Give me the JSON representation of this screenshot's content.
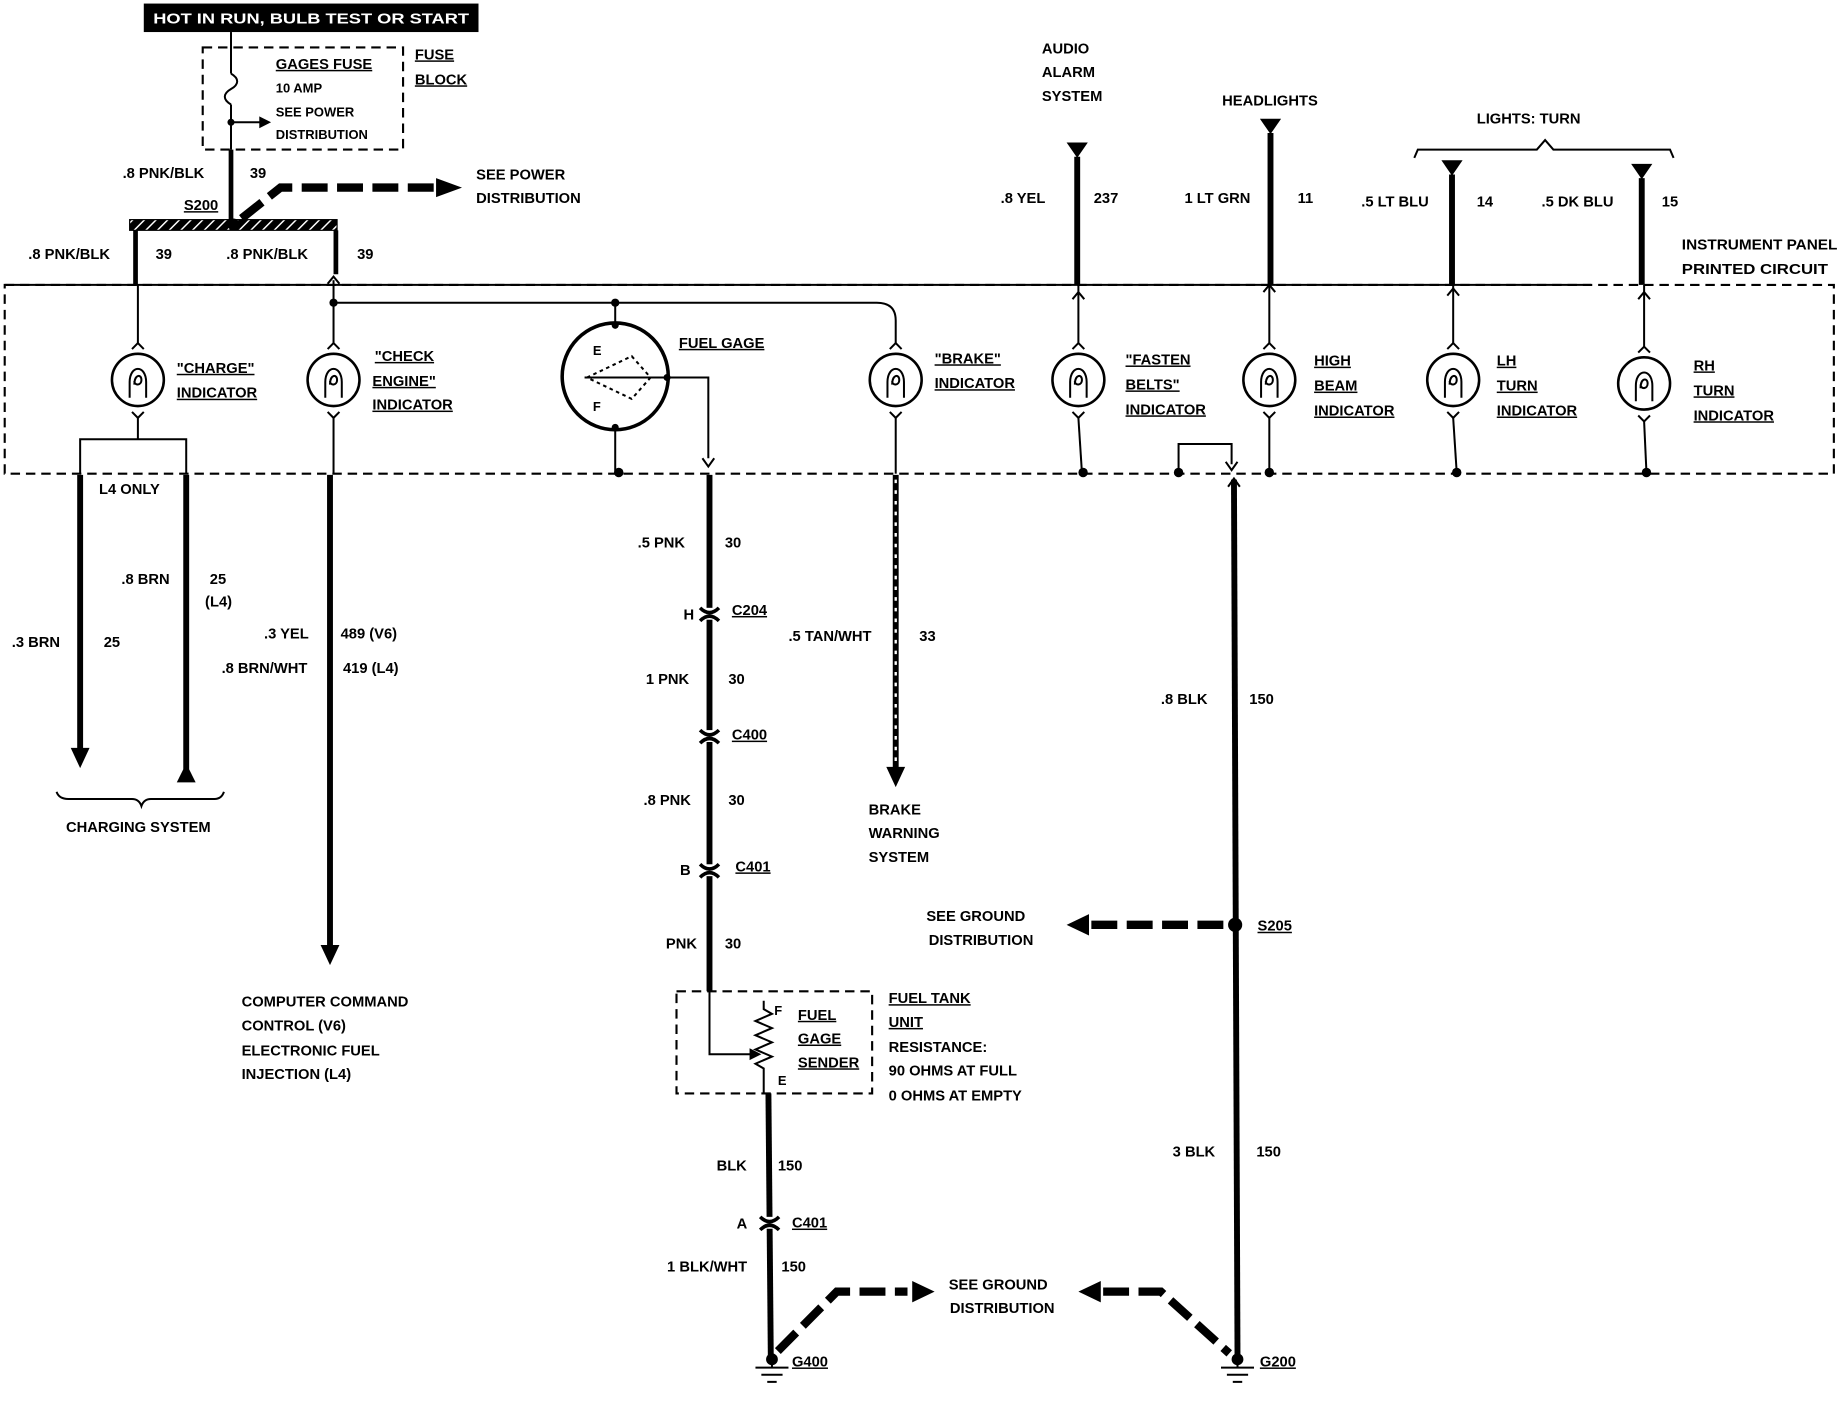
{
  "banner": {
    "text": "HOT IN RUN, BULB TEST OR START"
  },
  "fuse_block": {
    "fuse_name": "GAGES FUSE",
    "rating": "10 AMP",
    "see_line1": "SEE POWER",
    "see_line2": "DISTRIBUTION",
    "label_line1": "FUSE",
    "label_line2": "BLOCK"
  },
  "feed": {
    "wire": ".8 PNK/BLK",
    "circuit": "39",
    "splice": "S200",
    "see_line1": "SEE POWER",
    "see_line2": "DISTRIBUTION",
    "left_wire": ".8 PNK/BLK",
    "left_circuit": "39",
    "right_wire": ".8 PNK/BLK",
    "right_circuit": "39"
  },
  "inputs": {
    "audio_alarm": {
      "lines": [
        "AUDIO",
        "ALARM",
        "SYSTEM"
      ],
      "wire": ".8 YEL",
      "circuit": "237"
    },
    "headlights": {
      "label": "HEADLIGHTS",
      "wire": "1 LT GRN",
      "circuit": "11"
    },
    "turn_lights": {
      "label": "LIGHTS: TURN",
      "lh_wire": ".5 LT BLU",
      "lh_circuit": "14",
      "rh_wire": ".5 DK BLU",
      "rh_circuit": "15"
    }
  },
  "panel": {
    "label_line1": "INSTRUMENT PANEL",
    "label_line2": "PRINTED CIRCUIT"
  },
  "indicators": {
    "charge": [
      "\"CHARGE\"",
      "INDICATOR"
    ],
    "check_engine": [
      "\"CHECK",
      "ENGINE\"",
      "INDICATOR"
    ],
    "fuel_gage": {
      "label": "FUEL GAGE",
      "empty": "E",
      "full": "F"
    },
    "brake": [
      "\"BRAKE\"",
      "INDICATOR"
    ],
    "fasten_belts": [
      "\"FASTEN",
      "BELTS\"",
      "INDICATOR"
    ],
    "high_beam": [
      "HIGH",
      "BEAM",
      "INDICATOR"
    ],
    "lh_turn": [
      "LH",
      "TURN",
      "INDICATOR"
    ],
    "rh_turn": [
      "RH",
      "TURN",
      "INDICATOR"
    ]
  },
  "charging": {
    "l4_only": "L4 ONLY",
    "wire_a": ".8 BRN",
    "circuit_a": "25",
    "circuit_a_note": "(L4)",
    "wire_b": ".3 BRN",
    "circuit_b": "25",
    "system": "CHARGING SYSTEM"
  },
  "check_engine_out": {
    "wire_v6": ".3 YEL",
    "circuit_v6": "489 (V6)",
    "wire_l4": ".8 BRN/WHT",
    "circuit_l4": "419 (L4)",
    "destination": [
      "COMPUTER COMMAND",
      "CONTROL (V6)",
      "ELECTRONIC FUEL",
      "INJECTION (L4)"
    ]
  },
  "fuel_circuit": {
    "seg1_wire": ".5 PNK",
    "seg1_circuit": "30",
    "c204_pin": "H",
    "c204": "C204",
    "seg2_wire": "1 PNK",
    "seg2_circuit": "30",
    "c400": "C400",
    "seg3_wire": ".8 PNK",
    "seg3_circuit": "30",
    "c401_pin": "B",
    "c401": "C401",
    "seg4_wire": "PNK",
    "seg4_circuit": "30"
  },
  "sender": {
    "lines": [
      "FUEL",
      "GAGE",
      "SENDER"
    ],
    "full": "F",
    "empty": "E",
    "unit": [
      "FUEL TANK",
      "UNIT",
      "RESISTANCE:",
      "90 OHMS AT FULL",
      "0 OHMS AT EMPTY"
    ]
  },
  "sender_ground": {
    "wire1": "BLK",
    "circuit1": "150",
    "c401_pin": "A",
    "c401": "C401",
    "wire2": "1 BLK/WHT",
    "circuit2": "150",
    "ground": "G400"
  },
  "brake_out": {
    "wire": ".5 TAN/WHT",
    "circuit": "33",
    "destination": [
      "BRAKE",
      "WARNING",
      "SYSTEM"
    ]
  },
  "panel_ground": {
    "wire1": ".8 BLK",
    "circuit1": "150",
    "splice": "S205",
    "see1": [
      "SEE GROUND",
      "DISTRIBUTION"
    ],
    "wire2": "3 BLK",
    "circuit2": "150",
    "see2": [
      "SEE GROUND",
      "DISTRIBUTION"
    ],
    "ground": "G200"
  }
}
